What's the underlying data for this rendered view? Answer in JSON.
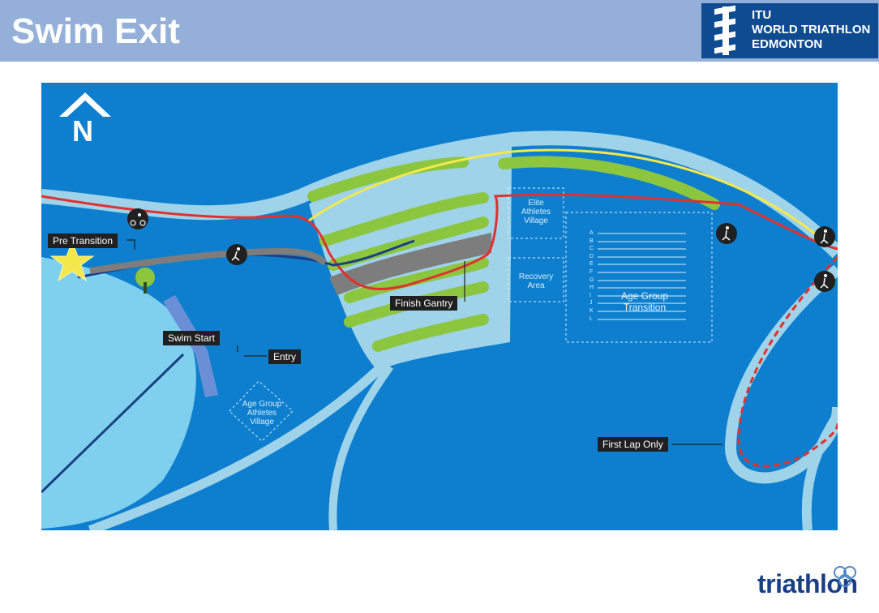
{
  "page": {
    "title": "Swim Exit"
  },
  "header_logo": {
    "line1": "ITU",
    "line2": "WORLD TRIATHLON",
    "line3": "EDMONTON"
  },
  "map": {
    "compass": "N",
    "labels": {
      "pre_transition": "Pre Transition",
      "swim_start": "Swim Start",
      "entry": "Entry",
      "finish_gantry": "Finish Gantry",
      "first_lap_only": "First Lap Only"
    },
    "zones": {
      "elite_village": [
        "Elite",
        "Athletes",
        "Village"
      ],
      "recovery": [
        "Recovery",
        "Area"
      ],
      "age_group_transition": [
        "Age Group",
        "Transition"
      ],
      "age_group_village": [
        "Age Group",
        "Athletes",
        "Village"
      ]
    },
    "rack_letters": [
      "A",
      "B",
      "C",
      "D",
      "E",
      "F",
      "G",
      "H",
      "I",
      "J",
      "K",
      "L"
    ],
    "icons": [
      "north-arrow-icon",
      "star-icon",
      "tree-icon",
      "cyclist-icon",
      "runner-icon",
      "walker-icon"
    ],
    "colors": {
      "water_bg": "#0e7fce",
      "lake": "#7fd0ee",
      "path": "#9ed3ea",
      "grass": "#8cc63f",
      "run_route": "#e0312e",
      "bike_route": "#f5e84a",
      "swim_route": "#1a3f86",
      "gantry": "#7d7d7d"
    }
  },
  "footer_logo": {
    "text": "triathlon"
  }
}
